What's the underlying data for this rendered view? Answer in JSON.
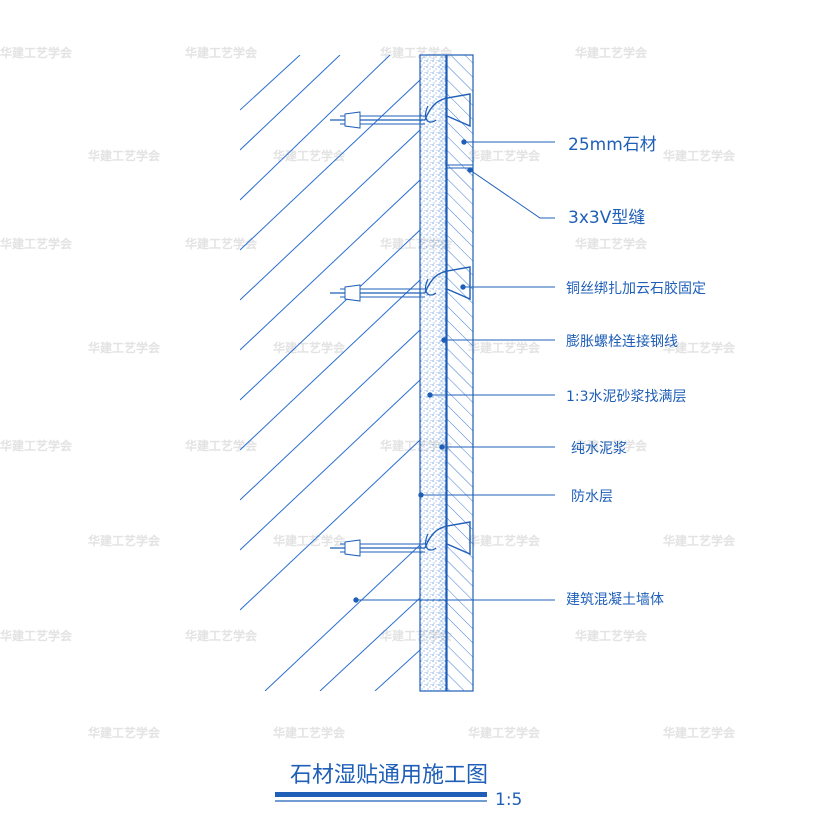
{
  "colors": {
    "line": "#1f5fb8",
    "hatch": "#2a6fd0",
    "watermark": "#e3e3e3"
  },
  "title": "石材湿贴通用施工图",
  "scale": "1:5",
  "watermark": "华建工艺学会",
  "labels": [
    "25mm石材",
    "3x3V型缝",
    "铜丝绑扎加云石胶固定",
    "膨胀螺栓连接钢线",
    "1:3水泥砂浆找满层",
    "纯水泥浆",
    "防水层",
    "建筑混凝土墙体"
  ]
}
